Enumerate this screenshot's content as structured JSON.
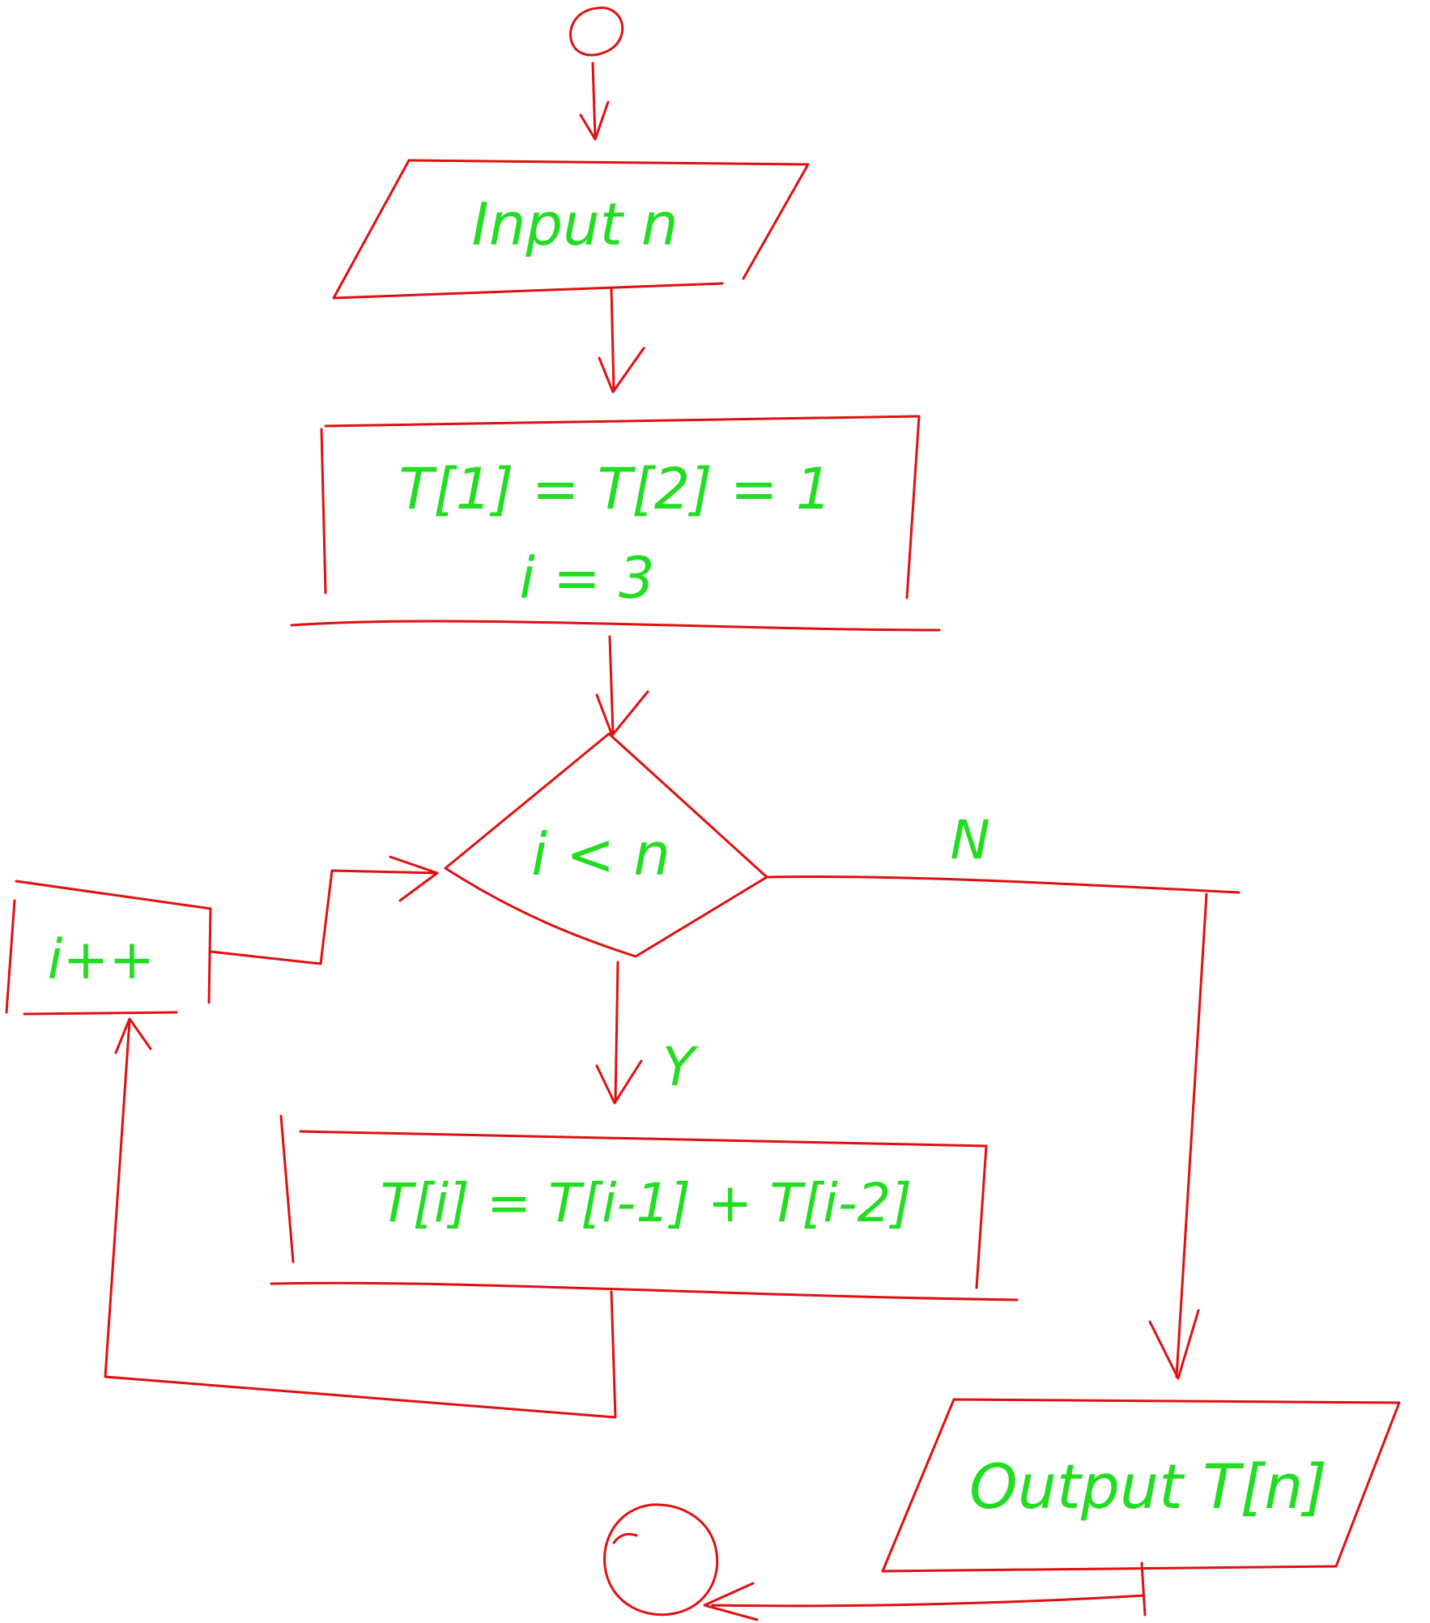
{
  "colors": {
    "shape_stroke": "#e01010",
    "text": "#22dd22",
    "background": "#ffffff"
  },
  "nodes": {
    "start": {
      "type": "terminator-circle"
    },
    "input": {
      "type": "parallelogram",
      "label": "Input n"
    },
    "init": {
      "type": "process",
      "line1": "T[1] = T[2] = 1",
      "line2": "i = 3"
    },
    "condition": {
      "type": "decision",
      "label": "i < n"
    },
    "increment": {
      "type": "process",
      "label": "i++"
    },
    "compute": {
      "type": "process",
      "label": "T[i] = T[i-1] + T[i-2]"
    },
    "output": {
      "type": "parallelogram",
      "label": "Output T[n]"
    },
    "end": {
      "type": "terminator-circle"
    }
  },
  "edges": {
    "yes_label": "Y",
    "no_label": "N"
  }
}
